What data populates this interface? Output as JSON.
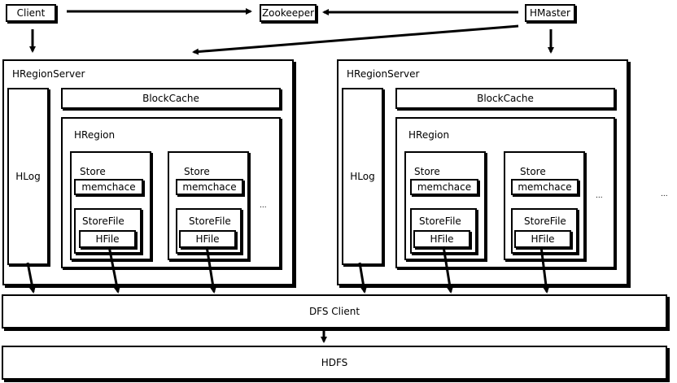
{
  "top": {
    "client": "Client",
    "zookeeper": "Zookeeper",
    "hmaster": "HMaster"
  },
  "servers": [
    {
      "title": "HRegionServer",
      "hlog": "HLog",
      "block_cache": "BlockCache",
      "region_title": "HRegion",
      "stores": [
        {
          "title": "Store",
          "memstore": "memchace",
          "storefile": "StoreFile",
          "hfile": "HFile"
        },
        {
          "title": "Store",
          "memstore": "memchace",
          "storefile": "StoreFile",
          "hfile": "HFile"
        }
      ],
      "region_ellipsis": "...",
      "server_ellipsis": ""
    },
    {
      "title": "HRegionServer",
      "hlog": "HLog",
      "block_cache": "BlockCache",
      "region_title": "HRegion",
      "stores": [
        {
          "title": "Store",
          "memstore": "memchace",
          "storefile": "StoreFile",
          "hfile": "HFile"
        },
        {
          "title": "Store",
          "memstore": "memchace",
          "storefile": "StoreFile",
          "hfile": "HFile"
        }
      ],
      "region_ellipsis": "...",
      "server_ellipsis": "..."
    }
  ],
  "dfs_client": "DFS Client",
  "hdfs": "HDFS"
}
